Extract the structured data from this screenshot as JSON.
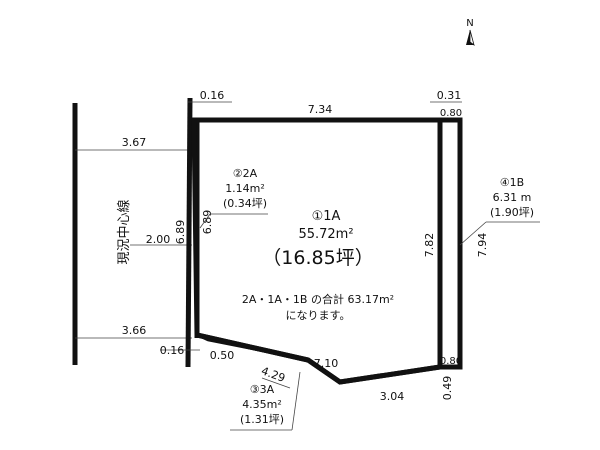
{
  "north_label": "N",
  "center_line_label": "現況中心線",
  "dimensions": {
    "top_left_offset": "0.16",
    "top_width": "7.34",
    "top_right_offset": "0.31",
    "strip_width_top": "0.80",
    "dist_upper": "3.67",
    "dist_middle": "2.00",
    "left_side": "6.89",
    "left_side_inner": "6.89",
    "dist_lower": "3.66",
    "bottom_left_offset": "0.16",
    "bottom_small": "0.50",
    "slant_upper": "7.10",
    "slant_lower": "4.29",
    "bottom_right": "3.04",
    "strip_width_bottom": "0.80",
    "bottom_right_offset": "0.49",
    "right_inner": "7.82",
    "right_outer": "7.94"
  },
  "parcels": {
    "p1a": {
      "label": "①1A",
      "area": "55.72m²",
      "tsubo": "（16.85坪）"
    },
    "p2a": {
      "label": "②2A",
      "area": "1.14m²",
      "tsubo": "(0.34坪)"
    },
    "p3a": {
      "label": "③3A",
      "area": "4.35m²",
      "tsubo": "(1.31坪)"
    },
    "p1b": {
      "label": "④1B",
      "area": "6.31 m",
      "tsubo": "(1.90坪)"
    }
  },
  "total_note": {
    "line1": "2A・1A・1B の合計 63.17m²",
    "line2": "になります。"
  }
}
